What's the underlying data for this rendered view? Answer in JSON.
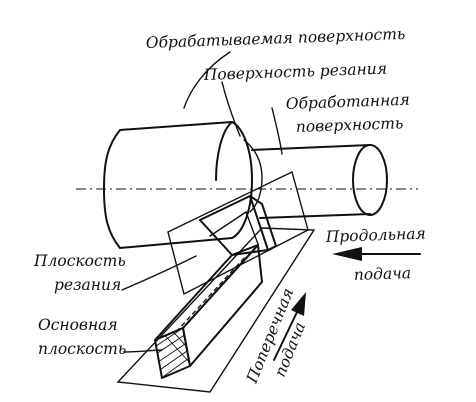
{
  "labels": {
    "machined_surface_to_be": "Обрабатываемая поверхность",
    "cutting_surface": "Поверхность резания",
    "machined_surface_line1": "Обработанная",
    "machined_surface_line2": "поверхность",
    "cutting_plane_line1": "Плоскость",
    "cutting_plane_line2": "резания",
    "base_plane_line1": "Основная",
    "base_plane_line2": "плоскость",
    "longitudinal_feed_line1": "Продольная",
    "longitudinal_feed_line2": "подача",
    "cross_feed_line1": "Поперечная",
    "cross_feed_line2": "подача"
  }
}
